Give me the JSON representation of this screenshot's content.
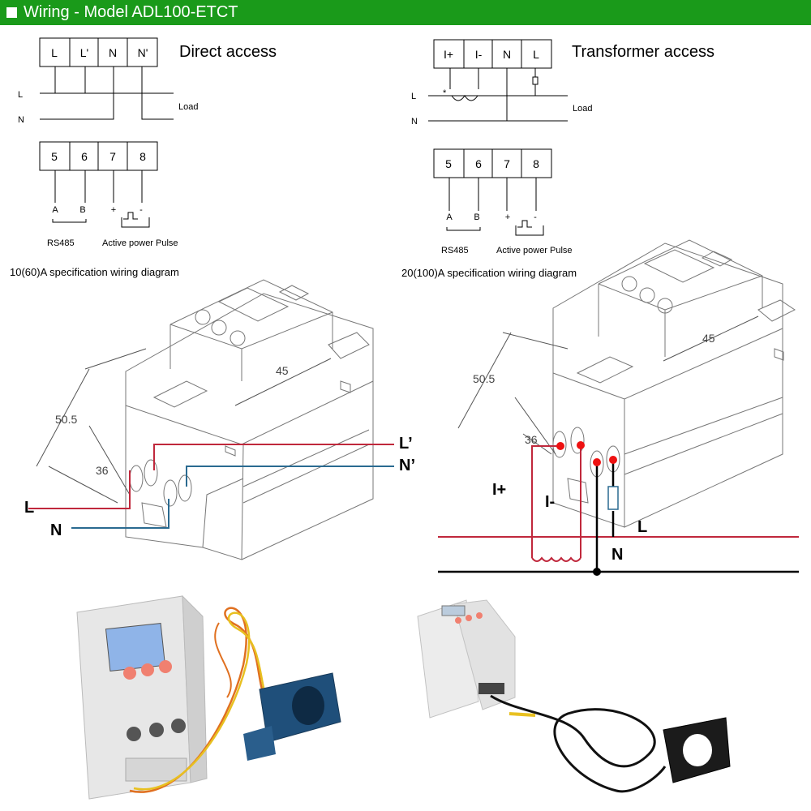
{
  "header": {
    "title": "Wiring - Model ADL100-ETCT"
  },
  "direct": {
    "title": "Direct access",
    "terminals": [
      "L",
      "L'",
      "N",
      "N'"
    ],
    "line_l": "L",
    "line_n": "N",
    "load": "Load",
    "comm_terminals": [
      "5",
      "6",
      "7",
      "8"
    ],
    "a": "A",
    "b": "B",
    "plus": "+",
    "minus": "-",
    "rs485": "RS485",
    "pulse": "Active power Pulse",
    "caption": "10(60)A specification wiring diagram",
    "dim_45": "45",
    "dim_505": "50.5",
    "dim_36": "36",
    "wire_lp": "L’",
    "wire_np": "N’",
    "wire_l": "L",
    "wire_n": "N"
  },
  "transformer": {
    "title": "Transformer access",
    "terminals": [
      "I+",
      "I-",
      "N",
      "L"
    ],
    "line_l": "L",
    "line_n": "N",
    "star": "*",
    "load": "Load",
    "comm_terminals": [
      "5",
      "6",
      "7",
      "8"
    ],
    "a": "A",
    "b": "B",
    "plus": "+",
    "minus": "-",
    "rs485": "RS485",
    "pulse": "Active power Pulse",
    "caption": "20(100)A specification wiring diagram",
    "dim_45": "45",
    "dim_505": "50.5",
    "dim_36": "36",
    "wire_ip": "I+",
    "wire_im": "I-",
    "wire_l": "L",
    "wire_n": "N"
  },
  "colors": {
    "banner": "#1a9a1a",
    "wire_red": "#c0283c",
    "wire_blue": "#2a6a90",
    "dot_red": "#ee1111"
  }
}
